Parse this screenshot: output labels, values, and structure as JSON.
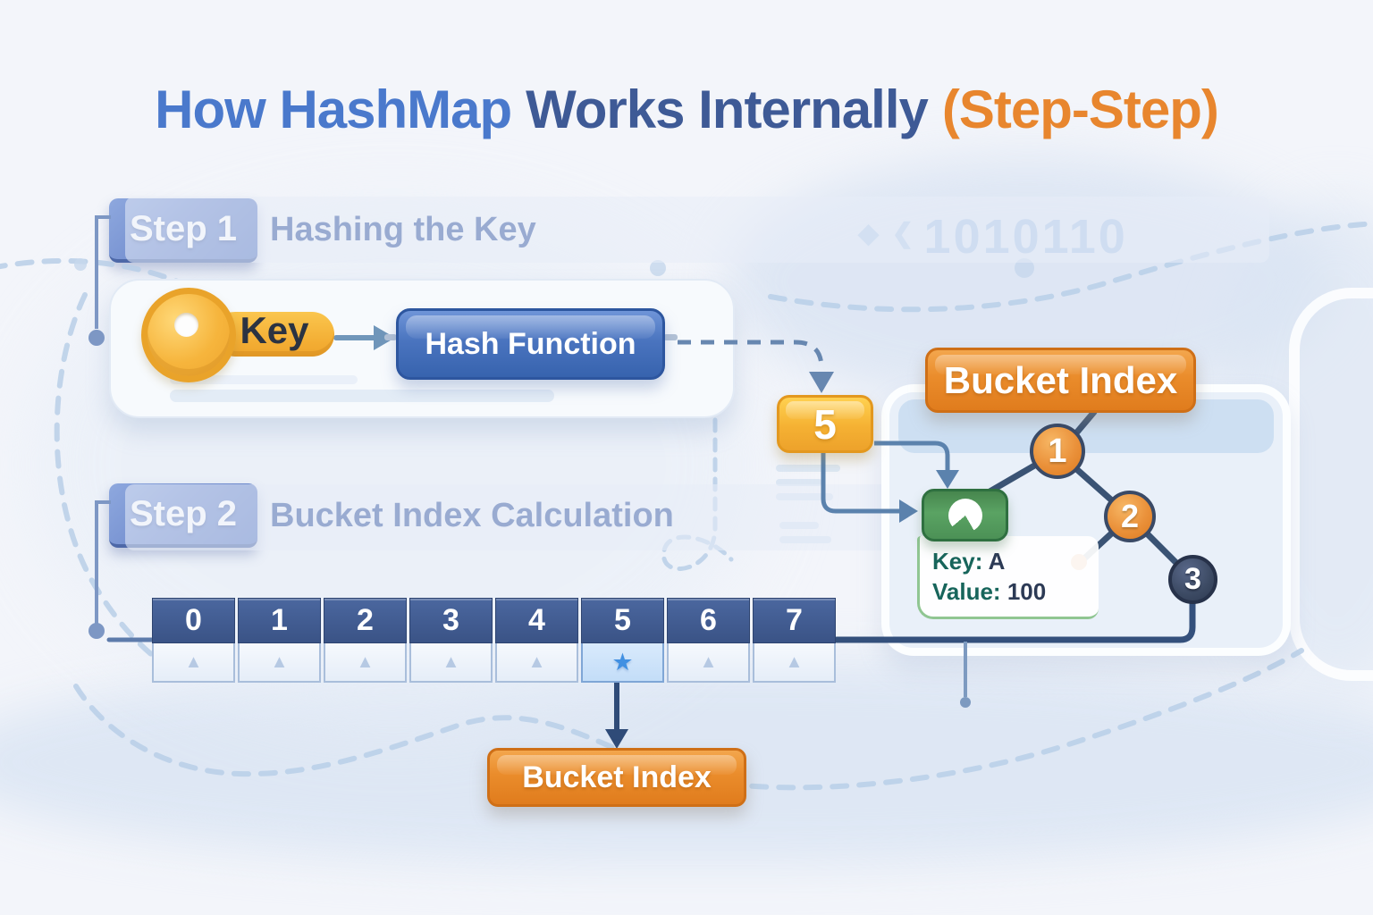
{
  "title": {
    "part1": "How HashMap",
    "part2": "Works Internally",
    "part3": "(Step-Step)"
  },
  "steps": [
    {
      "badge": "Step 1",
      "label": "Hashing the Key"
    },
    {
      "badge": "Step 2",
      "label": "Bucket Index Calculation"
    }
  ],
  "flow": {
    "key_label": "Key",
    "hash_function_label": "Hash Function",
    "hash_result": "5",
    "bucket_index_title": "Bucket Index"
  },
  "tree": {
    "nodes": [
      "1",
      "2",
      "3"
    ],
    "entry": {
      "key_label": "Key:",
      "key_value": "A",
      "value_label": "Value:",
      "value_value": "100"
    }
  },
  "buckets": {
    "indices": [
      "0",
      "1",
      "2",
      "3",
      "4",
      "5",
      "6",
      "7"
    ],
    "highlighted_index": "5",
    "result_label": "Bucket Index"
  },
  "background": {
    "binary_prefix": "◆ ❮",
    "binary_text": "1010110"
  },
  "icons": {
    "slot_triangle": "▲",
    "selected_slot_star": "★"
  },
  "colors": {
    "accent_orange": "#e8862e",
    "primary_blue": "#4a79cc",
    "dark_blue": "#3e5a96",
    "badge_blue": "#6280c5",
    "bucket_header_blue": "#3a5386",
    "node_navy": "#3c4a63",
    "entry_green": "#4c9156",
    "key_yellow": "#f5b33c"
  }
}
